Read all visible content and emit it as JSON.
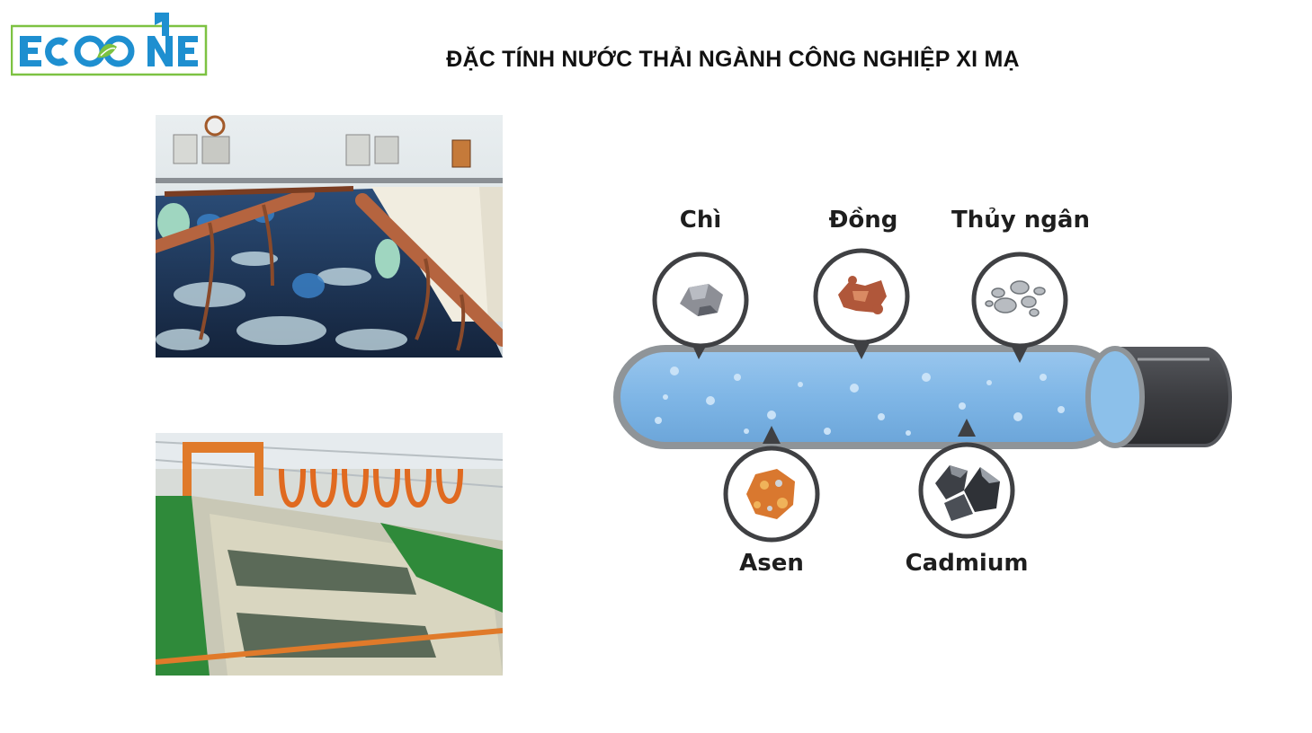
{
  "brand": {
    "logo_text": "ECOONE"
  },
  "title": "ĐẶC TÍNH NƯỚC THẢI NGÀNH CÔNG NGHIỆP XI MẠ",
  "diagram": {
    "pipe_color": "#7fb6e6",
    "pipe_end_color": "#3c3d41",
    "metals_top": [
      {
        "label": "Chì",
        "icon": "lead-ore-icon"
      },
      {
        "label": "Đồng",
        "icon": "copper-ore-icon"
      },
      {
        "label": "Thủy ngân",
        "icon": "mercury-droplets-icon"
      }
    ],
    "metals_bottom": [
      {
        "label": "Asen",
        "icon": "arsenic-ore-icon"
      },
      {
        "label": "Cadmium",
        "icon": "cadmium-ore-icon"
      }
    ]
  }
}
